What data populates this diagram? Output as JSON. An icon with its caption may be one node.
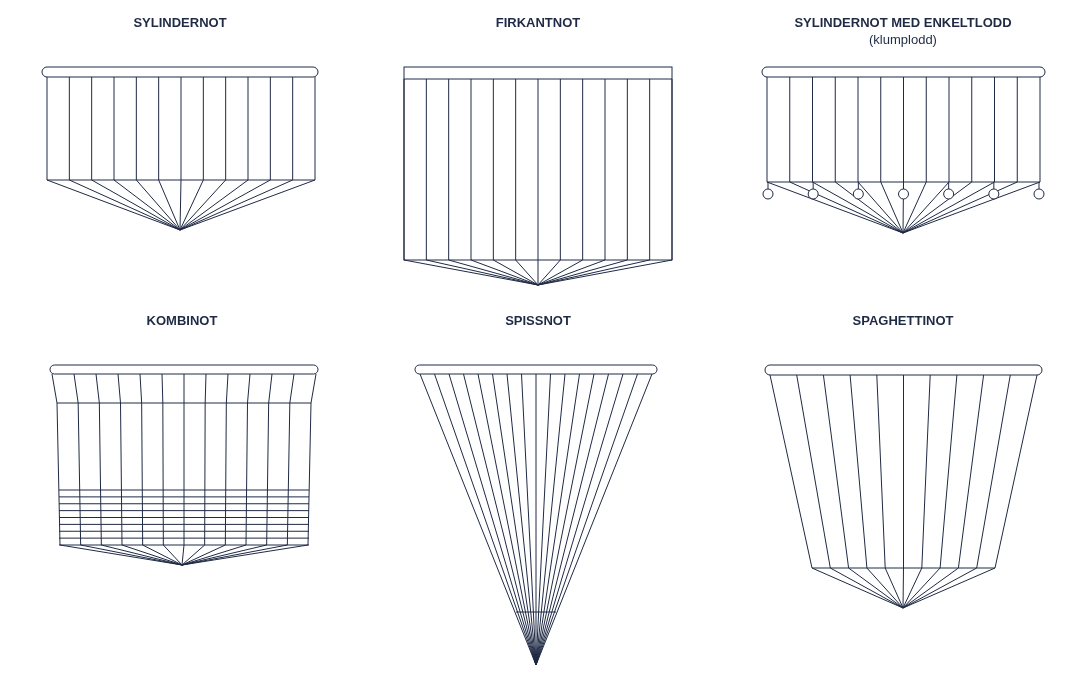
{
  "diagram": {
    "labels": [
      "SYLINDERNOT",
      "FIRKANTNOT",
      "**SYLINDERNOT MED ENKELTLODD** (klumplodd)",
      "KOMBINOT",
      "SPISSNOT",
      "SPAGHETTINOT"
    ]
  }
}
